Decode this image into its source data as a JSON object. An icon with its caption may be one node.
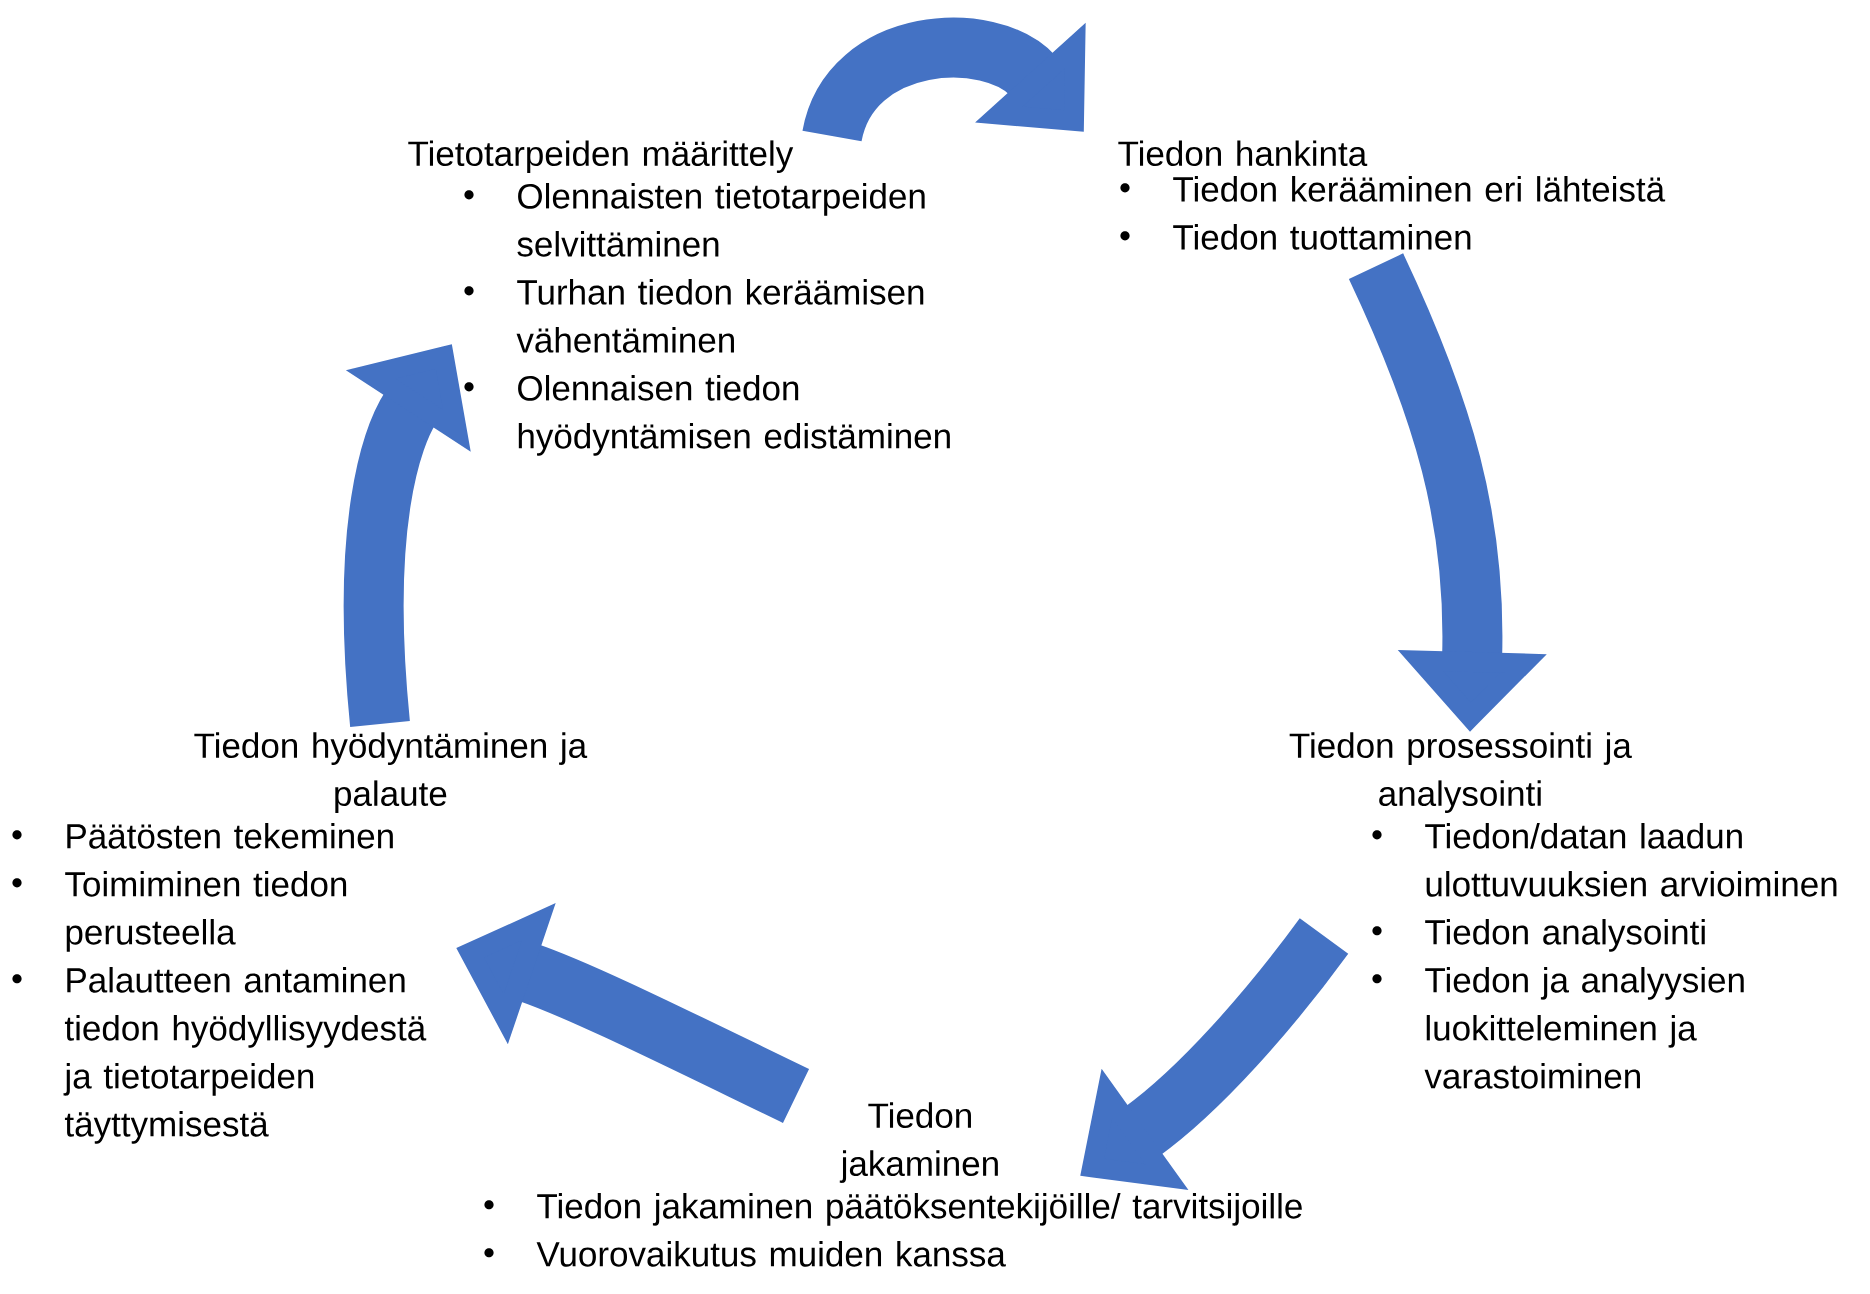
{
  "diagram": {
    "nodes": [
      {
        "text": [
          "Tietotarpeiden määrittely",
          "Olennaisten tietotarpeiden selvittäminen",
          "Turhan tiedon keräämisen vähentäminen",
          "Olennaisen tiedon hyödyntämisen edistäminen"
        ]
      },
      {
        "text": [
          "Tiedon hankinta",
          "Tiedon kerääminen eri lähteistä",
          "Tiedon tuottaminen"
        ]
      },
      {
        "text": [
          "Tiedon prosessointi ja analysointi",
          "Tiedon/datan laadun ulottuvuuksien arvioiminen",
          "Tiedon analysointi",
          "Tiedon ja analyysien luokitteleminen ja varastoiminen"
        ]
      },
      {
        "text": [
          "Tiedon jakaminen",
          "Tiedon jakaminen päätöksentekijöille/ tarvitsijoille",
          "Vuorovaikutus muiden kanssa"
        ]
      },
      {
        "text": [
          "Tiedon hyödyntäminen ja palaute",
          "Päätösten tekeminen",
          "Toimiminen tiedon perusteella",
          "Palautteen antaminen tiedon hyödyllisyydestä ja tietotarpeiden täyttymisestä"
        ]
      }
    ],
    "edges": [
      {
        "from": 0,
        "to": 1,
        "arrow": "to"
      },
      {
        "from": 1,
        "to": 2,
        "arrow": "to"
      },
      {
        "from": 2,
        "to": 3,
        "arrow": "to"
      },
      {
        "from": 3,
        "to": 4,
        "arrow": "to"
      },
      {
        "from": 4,
        "to": 0,
        "arrow": "to"
      }
    ]
  }
}
